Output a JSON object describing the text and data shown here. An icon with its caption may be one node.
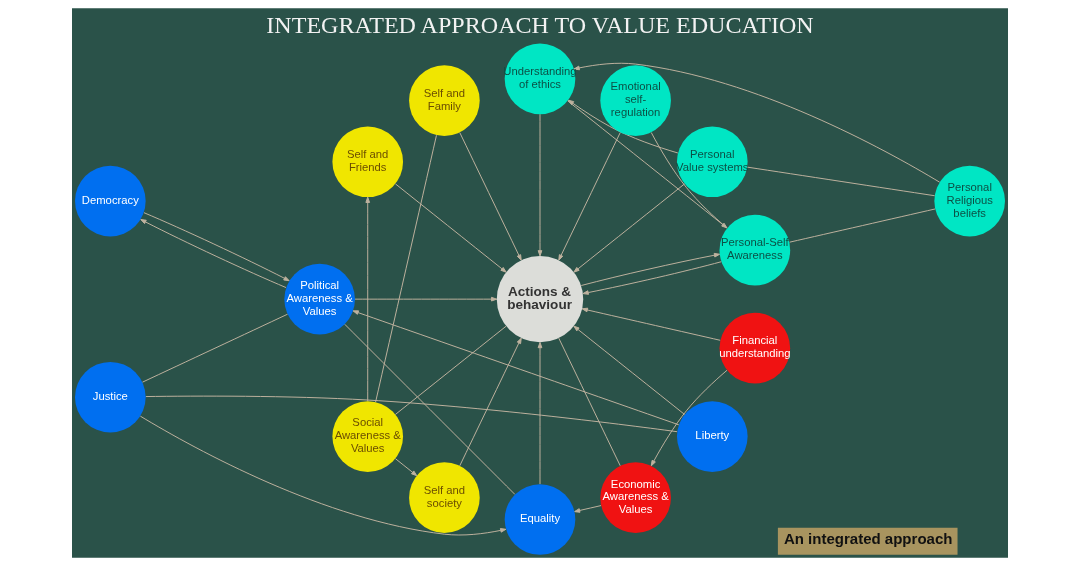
{
  "diagram": {
    "title": "INTEGRATED APPROACH TO VALUE EDUCATION",
    "nodes": [
      {
        "text": [
          "Personal Religious beliefs"
        ]
      },
      {
        "text": [
          "Personal Value systems"
        ]
      },
      {
        "text": [
          "Emotional self-regulation"
        ]
      },
      {
        "text": [
          "Understanding of ethics"
        ]
      },
      {
        "text": [
          "Self and Family"
        ]
      },
      {
        "text": [
          "Personal-Self Awareness"
        ]
      },
      {
        "text": [
          "Self and Friends"
        ]
      },
      {
        "text": [
          "Democracy"
        ]
      },
      {
        "text": [
          "Political Awareness & Values"
        ]
      },
      {
        "text": [
          "Social Awareness & Values"
        ]
      },
      {
        "text": [
          "Actions & behaviour"
        ]
      },
      {
        "text": [
          "Justice"
        ]
      },
      {
        "text": [
          "Self and society"
        ]
      },
      {
        "text": [
          "Equality"
        ]
      },
      {
        "text": [
          "Economic Awareness & Values"
        ]
      },
      {
        "text": [
          "Liberty"
        ]
      },
      {
        "text": [
          "Financial understanding"
        ]
      }
    ],
    "edges": [
      {
        "from": 0,
        "to": 3,
        "arrow": "to"
      },
      {
        "from": 1,
        "to": 3,
        "arrow": "to"
      },
      {
        "from": 3,
        "to": 5,
        "arrow": "to"
      },
      {
        "from": 0,
        "to": 5,
        "arrow": "none"
      },
      {
        "from": 2,
        "to": 5,
        "arrow": "none"
      },
      {
        "from": 2,
        "to": 10,
        "arrow": "to"
      },
      {
        "from": 0,
        "to": 1,
        "arrow": "none"
      },
      {
        "from": 10,
        "to": 5,
        "arrow": "to"
      },
      {
        "from": 5,
        "to": 10,
        "arrow": "to"
      },
      {
        "from": 3,
        "to": 10,
        "arrow": "to"
      },
      {
        "from": 1,
        "to": 10,
        "arrow": "to"
      },
      {
        "from": 4,
        "to": 10,
        "arrow": "to"
      },
      {
        "from": 4,
        "to": 9,
        "arrow": "none"
      },
      {
        "from": 6,
        "to": 10,
        "arrow": "to"
      },
      {
        "from": 9,
        "to": 6,
        "arrow": "to"
      },
      {
        "from": 9,
        "to": 12,
        "arrow": "to"
      },
      {
        "from": 12,
        "to": 10,
        "arrow": "to"
      },
      {
        "from": 9,
        "to": 10,
        "arrow": "none"
      },
      {
        "from": 7,
        "to": 8,
        "arrow": "to"
      },
      {
        "from": 8,
        "to": 7,
        "arrow": "to"
      },
      {
        "from": 11,
        "to": 8,
        "arrow": "none"
      },
      {
        "from": 11,
        "to": 13,
        "arrow": "to"
      },
      {
        "from": 15,
        "to": 8,
        "arrow": "to"
      },
      {
        "from": 11,
        "to": 15,
        "arrow": "none"
      },
      {
        "from": 8,
        "to": 13,
        "arrow": "none"
      },
      {
        "from": 8,
        "to": 10,
        "arrow": "to"
      },
      {
        "from": 13,
        "to": 10,
        "arrow": "to"
      },
      {
        "from": 15,
        "to": 10,
        "arrow": "to"
      },
      {
        "from": 14,
        "to": 13,
        "arrow": "to"
      },
      {
        "from": 16,
        "to": 14,
        "arrow": "to"
      },
      {
        "from": 16,
        "to": 10,
        "arrow": "to"
      },
      {
        "from": 14,
        "to": 10,
        "arrow": "none"
      }
    ],
    "labels": [
      "An integrated approach"
    ]
  }
}
